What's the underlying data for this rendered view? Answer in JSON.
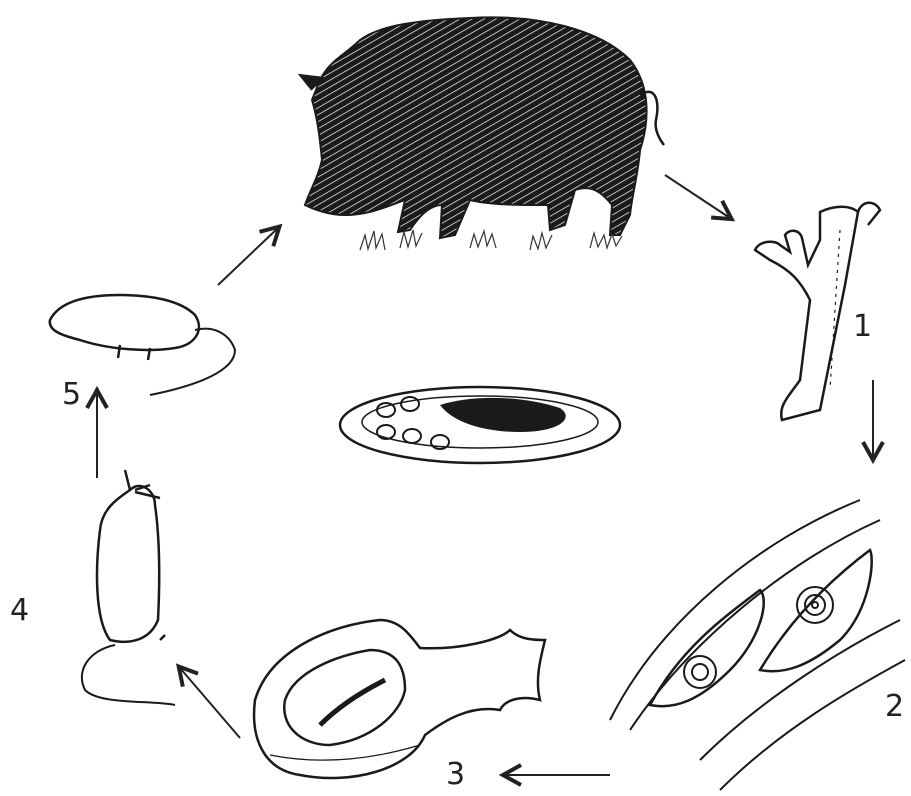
{
  "diagram": {
    "type": "life-cycle",
    "style": "hand-drawn ink sketch",
    "stages": [
      {
        "label": "1",
        "icon": "bone-icon"
      },
      {
        "label": "2",
        "icon": "muscle-cysts-icon"
      },
      {
        "label": "3",
        "icon": "ham-icon"
      },
      {
        "label": "4",
        "icon": "rat-icon"
      },
      {
        "label": "5",
        "icon": "dead-rat-icon"
      }
    ],
    "center_icon": "meat-plate-icon",
    "top_icon": "wild-boar-icon",
    "ink_color": "#1a1a1a"
  }
}
